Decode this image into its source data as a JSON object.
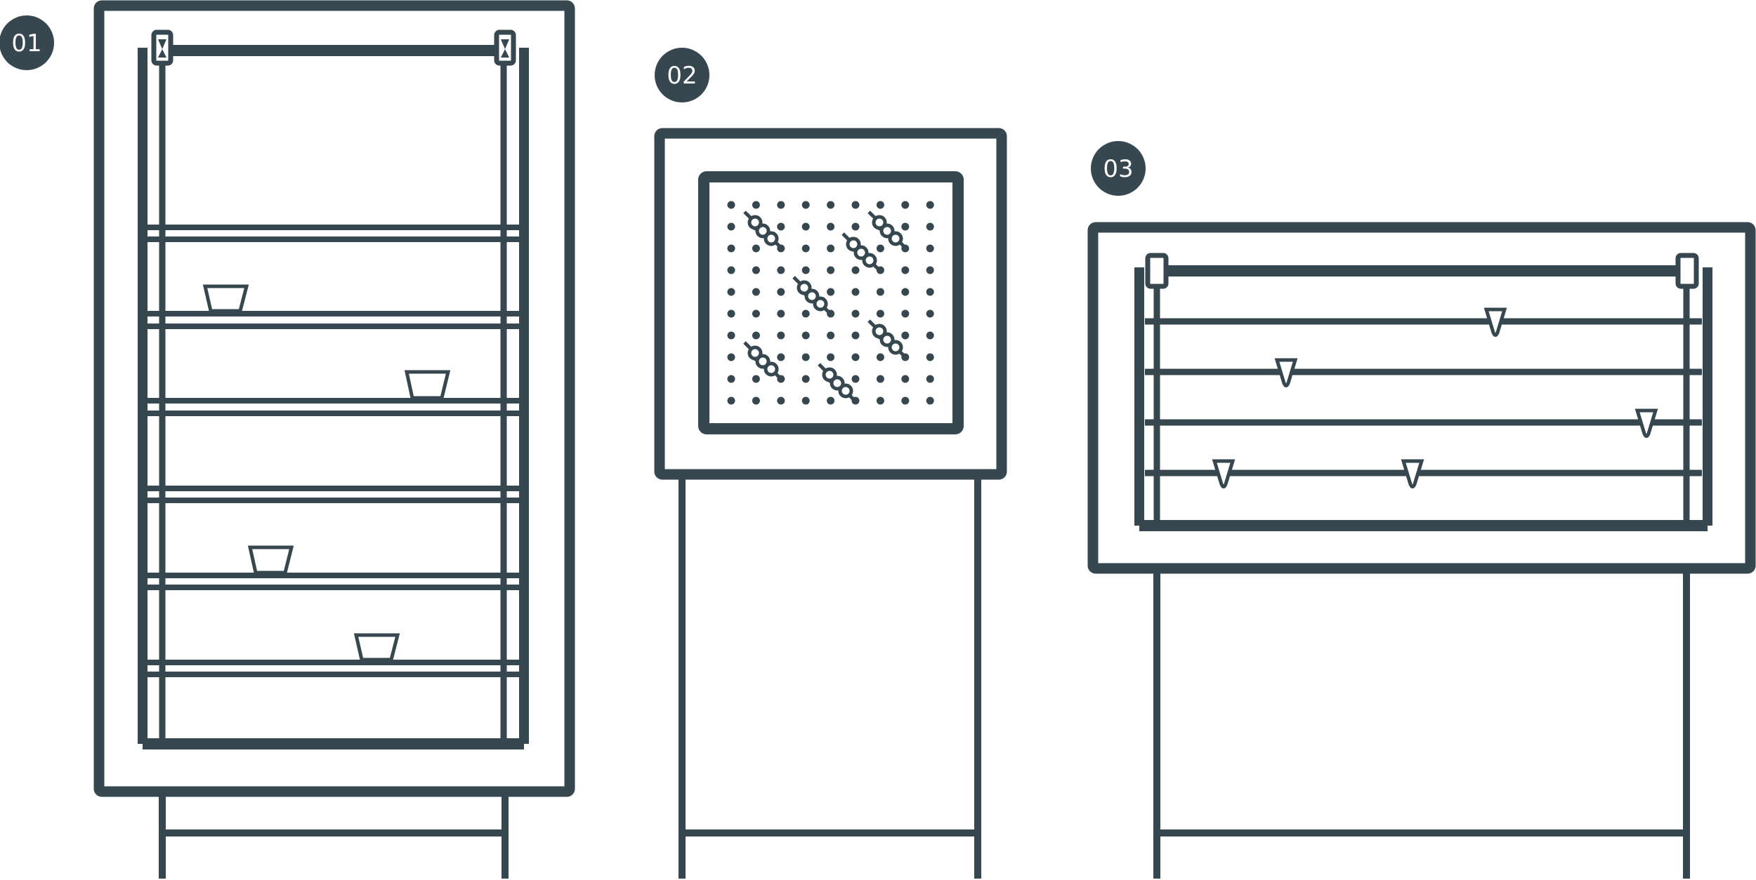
{
  "colors": {
    "ink": "#37474f",
    "paper": "#ffffff"
  },
  "figures": [
    {
      "id": "01",
      "badge": "01",
      "name": "shelf-rack-unit"
    },
    {
      "id": "02",
      "badge": "02",
      "name": "pegboard-unit"
    },
    {
      "id": "03",
      "badge": "03",
      "name": "bar-rack-unit"
    }
  ]
}
